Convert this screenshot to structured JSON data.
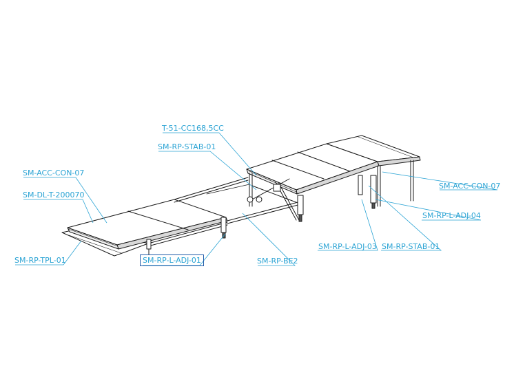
{
  "diagram": {
    "labels": {
      "t51": "T-51-CC168,5CC",
      "stab_top": "SM-RP-STAB-01",
      "acc_con_left": "SM-ACC-CON-07",
      "dl_t": "SM-DL-T-200070",
      "tpl": "SM-RP-TPL-01",
      "l_adj_01": "SM-RP-L-ADJ-01",
      "be2": "SM-RP-BE2",
      "l_adj_03": "SM-RP-L-ADJ-03",
      "stab_bottom": "SM-RP-STAB-01",
      "l_adj_04": "SM-RP-L-ADJ-04",
      "acc_con_right": "SM-ACC-CON-07"
    },
    "selected_label": "l_adj_01",
    "colors": {
      "label": "#2aa3d4",
      "selection": "#1f5aa8",
      "line": "#1a1a1a"
    }
  }
}
